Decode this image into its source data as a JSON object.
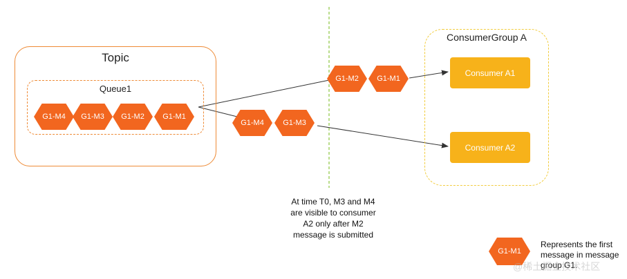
{
  "topic": {
    "title": "Topic"
  },
  "queue": {
    "title": "Queue1",
    "messages": [
      "G1-M4",
      "G1-M3",
      "G1-M2",
      "G1-M1"
    ]
  },
  "in_flight": {
    "to_a1": [
      "G1-M2",
      "G1-M1"
    ],
    "to_a2": [
      "G1-M4",
      "G1-M3"
    ]
  },
  "consumer_group": {
    "title": "ConsumerGroup A",
    "consumers": [
      "Consumer A1",
      "Consumer A2"
    ]
  },
  "note": "At time T0, M3 and M4 are visible to consumer A2 only after M2 message is submitted",
  "legend": {
    "hex_label": "G1-M1",
    "text": "Represents the first message in message group G1."
  },
  "watermark": "@稀土掘金技术社区",
  "colors": {
    "message_hex": "#f2661f",
    "consumer_box": "#f7b21a",
    "topic_border": "#ee8a35",
    "group_border": "#f2cc3c",
    "time_divider": "#8cc63f"
  }
}
